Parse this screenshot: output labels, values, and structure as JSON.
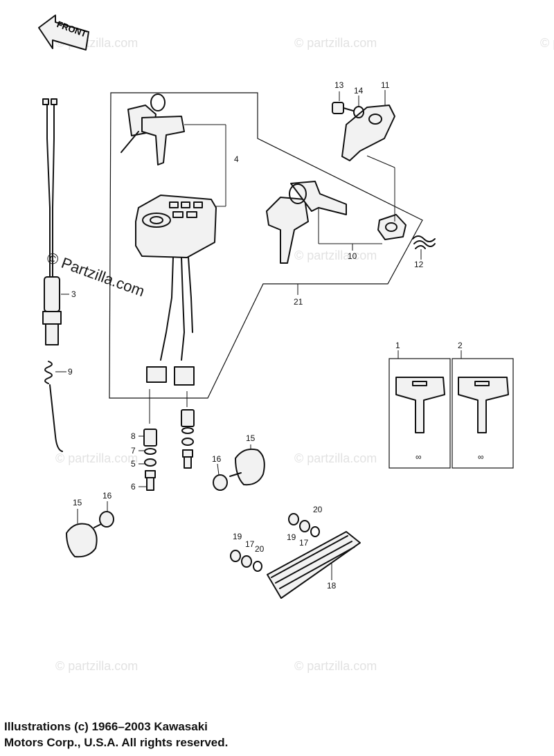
{
  "front_arrow": "FRONT",
  "watermark": {
    "text": "© partzilla.com",
    "main": "© Partzilla.com"
  },
  "callouts": {
    "c1": "1",
    "c2": "2",
    "c3": "3",
    "c4": "4",
    "c5": "5",
    "c6": "6",
    "c7": "7",
    "c8": "8",
    "c9": "9",
    "c10": "10",
    "c11": "11",
    "c12": "12",
    "c13": "13",
    "c14": "14",
    "c15a": "15",
    "c15b": "15",
    "c16a": "16",
    "c16b": "16",
    "c17a": "17",
    "c17b": "17",
    "c18": "18",
    "c19a": "19",
    "c19b": "19",
    "c20a": "20",
    "c20b": "20",
    "c21": "21"
  },
  "key_tags": {
    "key1": "∞",
    "key2": "∞"
  },
  "copyright": {
    "line1": "Illustrations (c) 1966–2003 Kawasaki",
    "line2": "Motors Corp., U.S.A.  All rights reserved."
  }
}
